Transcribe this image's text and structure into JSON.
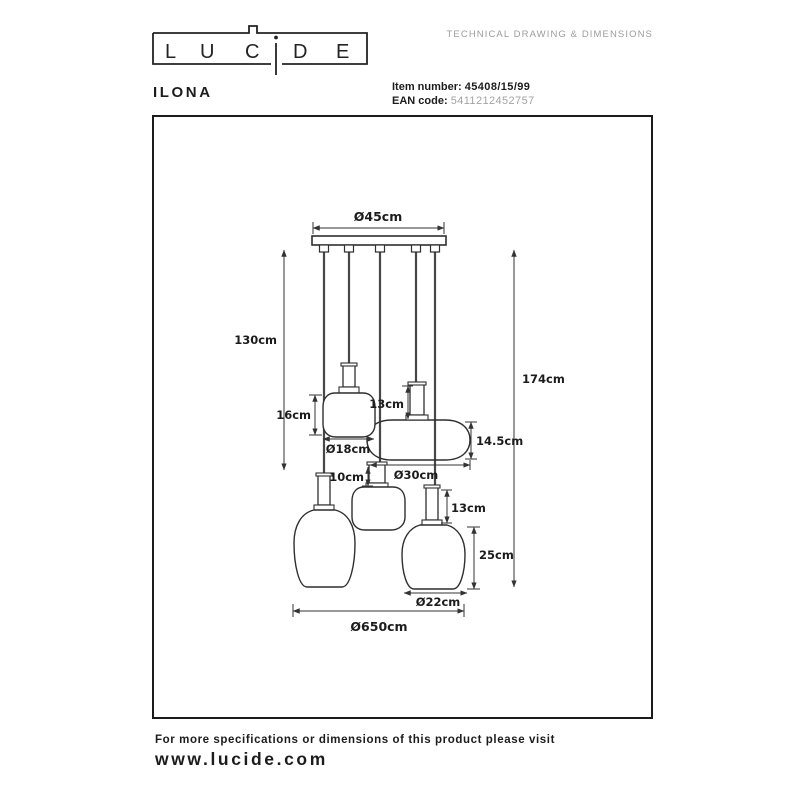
{
  "header": {
    "brand_name": "LUCIDE",
    "logo_letters": [
      "L",
      "U",
      "C",
      "i",
      "D",
      "E"
    ],
    "doc_type": "TECHNICAL DRAWING & DIMENSIONS",
    "product_name": "ILONA",
    "item_number_label": "Item number:",
    "item_number_value": "45408/15/99",
    "ean_label": "EAN code:",
    "ean_value": "5411212452757"
  },
  "drawing": {
    "dim_labels": {
      "canopy_diameter": "Ø45cm",
      "drop_length": "130cm",
      "total_height": "174cm",
      "shade_a_height": "16cm",
      "shade_a_diameter": "Ø18cm",
      "shade_b_socket_height": "13cm",
      "shade_b_height": "14.5cm",
      "shade_b_diameter": "Ø30cm",
      "shade_c_socket_height": "10cm",
      "shade_e_socket_height": "13cm",
      "shade_e_height": "25cm",
      "shade_e_diameter": "Ø22cm",
      "overall_diameter": "Ø650cm"
    }
  },
  "footer": {
    "note": "For more specifications or dimensions of this product please visit",
    "website": "www.lucide.com"
  },
  "colors": {
    "ink": "#1c1c1c",
    "muted": "#9c9c9c",
    "line": "#3a3a3a"
  }
}
